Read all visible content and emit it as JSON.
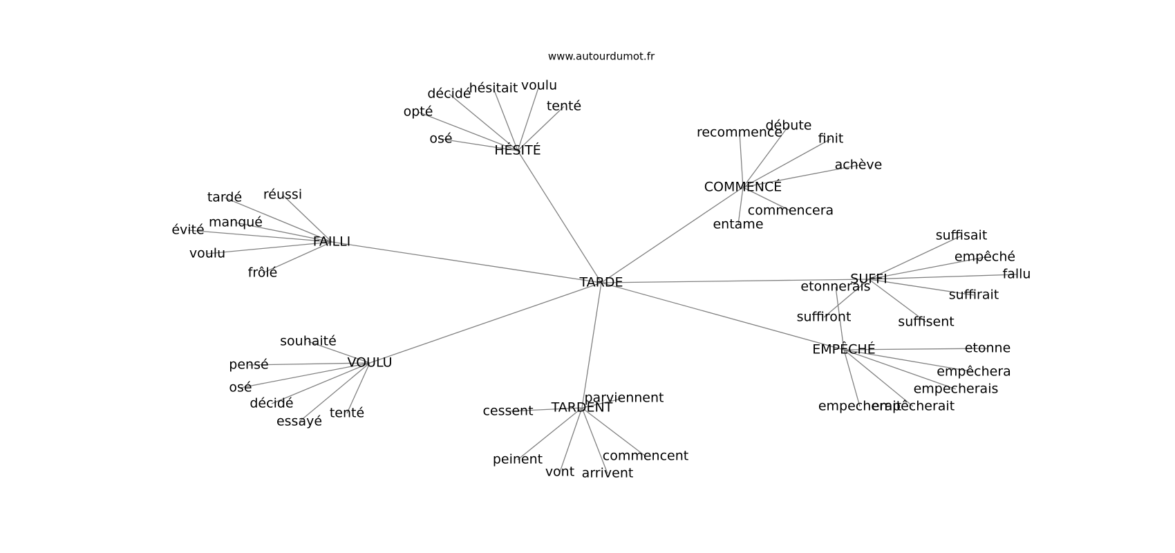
{
  "site": "www.autourdumot.fr",
  "colors": {
    "edge": "#808080",
    "text": "#000000",
    "background": "#ffffff"
  },
  "nodes": [
    {
      "id": "TARDE",
      "label": "TARDE"
    },
    {
      "id": "HESITE",
      "label": "HÉSITÉ"
    },
    {
      "id": "COMMENCE",
      "label": "COMMENCÉ"
    },
    {
      "id": "FAILLI",
      "label": "FAILLI"
    },
    {
      "id": "SUFFI",
      "label": "SUFFI"
    },
    {
      "id": "EMPECHE",
      "label": "EMPÊCHÉ"
    },
    {
      "id": "VOULU",
      "label": "VOULU"
    },
    {
      "id": "TARDENT",
      "label": "TARDENT"
    },
    {
      "id": "h_voulu",
      "label": "voulu"
    },
    {
      "id": "h_hesitait",
      "label": "hésitait"
    },
    {
      "id": "h_decide",
      "label": "décidé"
    },
    {
      "id": "h_opte",
      "label": "opté"
    },
    {
      "id": "h_tente",
      "label": "tenté"
    },
    {
      "id": "h_ose",
      "label": "osé"
    },
    {
      "id": "c_recommence",
      "label": "recommence"
    },
    {
      "id": "c_debute",
      "label": "débute"
    },
    {
      "id": "c_finit",
      "label": "finit"
    },
    {
      "id": "c_acheve",
      "label": "achève"
    },
    {
      "id": "c_commencera",
      "label": "commencera"
    },
    {
      "id": "c_entame",
      "label": "entame"
    },
    {
      "id": "f_tarde",
      "label": "tardé"
    },
    {
      "id": "f_reussi",
      "label": "réussi"
    },
    {
      "id": "f_manque",
      "label": "manqué"
    },
    {
      "id": "f_evite",
      "label": "évité"
    },
    {
      "id": "f_voulu",
      "label": "voulu"
    },
    {
      "id": "f_frole",
      "label": "frôlé"
    },
    {
      "id": "s_suffisait",
      "label": "suffisait"
    },
    {
      "id": "s_empeche",
      "label": "empêché"
    },
    {
      "id": "s_fallu",
      "label": "fallu"
    },
    {
      "id": "s_suffirait",
      "label": "suffirait"
    },
    {
      "id": "s_suffisent",
      "label": "suffisent"
    },
    {
      "id": "s_etonnerais",
      "label": "etonnerais"
    },
    {
      "id": "s_suffiront",
      "label": "suffiront"
    },
    {
      "id": "e_etonne",
      "label": "etonne"
    },
    {
      "id": "e_empechera",
      "label": "empêchera"
    },
    {
      "id": "e_empecherais",
      "label": "empecherais"
    },
    {
      "id": "e_empecherait",
      "label": "empêcherait"
    },
    {
      "id": "e_empecherait2",
      "label": "empecherait"
    },
    {
      "id": "v_souhaite",
      "label": "souhaité"
    },
    {
      "id": "v_pense",
      "label": "pensé"
    },
    {
      "id": "v_ose",
      "label": "osé"
    },
    {
      "id": "v_decide",
      "label": "décidé"
    },
    {
      "id": "v_essaye",
      "label": "essayé"
    },
    {
      "id": "v_tente",
      "label": "tenté"
    },
    {
      "id": "t_cessent",
      "label": "cessent"
    },
    {
      "id": "t_parviennent",
      "label": "parviennent"
    },
    {
      "id": "t_peinent",
      "label": "peinent"
    },
    {
      "id": "t_vont",
      "label": "vont"
    },
    {
      "id": "t_arrivent",
      "label": "arrivent"
    },
    {
      "id": "t_commencent",
      "label": "commencent"
    }
  ],
  "edges": [
    [
      "TARDE",
      "HESITE"
    ],
    [
      "TARDE",
      "COMMENCE"
    ],
    [
      "TARDE",
      "FAILLI"
    ],
    [
      "TARDE",
      "SUFFI"
    ],
    [
      "TARDE",
      "EMPECHE"
    ],
    [
      "TARDE",
      "VOULU"
    ],
    [
      "TARDE",
      "TARDENT"
    ],
    [
      "HESITE",
      "h_voulu"
    ],
    [
      "HESITE",
      "h_hesitait"
    ],
    [
      "HESITE",
      "h_decide"
    ],
    [
      "HESITE",
      "h_opte"
    ],
    [
      "HESITE",
      "h_tente"
    ],
    [
      "HESITE",
      "h_ose"
    ],
    [
      "COMMENCE",
      "c_recommence"
    ],
    [
      "COMMENCE",
      "c_debute"
    ],
    [
      "COMMENCE",
      "c_finit"
    ],
    [
      "COMMENCE",
      "c_acheve"
    ],
    [
      "COMMENCE",
      "c_commencera"
    ],
    [
      "COMMENCE",
      "c_entame"
    ],
    [
      "FAILLI",
      "f_tarde"
    ],
    [
      "FAILLI",
      "f_reussi"
    ],
    [
      "FAILLI",
      "f_manque"
    ],
    [
      "FAILLI",
      "f_evite"
    ],
    [
      "FAILLI",
      "f_voulu"
    ],
    [
      "FAILLI",
      "f_frole"
    ],
    [
      "SUFFI",
      "s_suffisait"
    ],
    [
      "SUFFI",
      "s_empeche"
    ],
    [
      "SUFFI",
      "s_fallu"
    ],
    [
      "SUFFI",
      "s_suffirait"
    ],
    [
      "SUFFI",
      "s_suffisent"
    ],
    [
      "SUFFI",
      "s_suffiront"
    ],
    [
      "EMPECHE",
      "s_etonnerais"
    ],
    [
      "EMPECHE",
      "e_etonne"
    ],
    [
      "EMPECHE",
      "e_empechera"
    ],
    [
      "EMPECHE",
      "e_empecherais"
    ],
    [
      "EMPECHE",
      "e_empecherait"
    ],
    [
      "EMPECHE",
      "e_empecherait2"
    ],
    [
      "VOULU",
      "v_souhaite"
    ],
    [
      "VOULU",
      "v_pense"
    ],
    [
      "VOULU",
      "v_ose"
    ],
    [
      "VOULU",
      "v_decide"
    ],
    [
      "VOULU",
      "v_essaye"
    ],
    [
      "VOULU",
      "v_tente"
    ],
    [
      "TARDENT",
      "t_cessent"
    ],
    [
      "TARDENT",
      "t_parviennent"
    ],
    [
      "TARDENT",
      "t_peinent"
    ],
    [
      "TARDENT",
      "t_vont"
    ],
    [
      "TARDENT",
      "t_arrivent"
    ],
    [
      "TARDENT",
      "t_commencent"
    ]
  ]
}
